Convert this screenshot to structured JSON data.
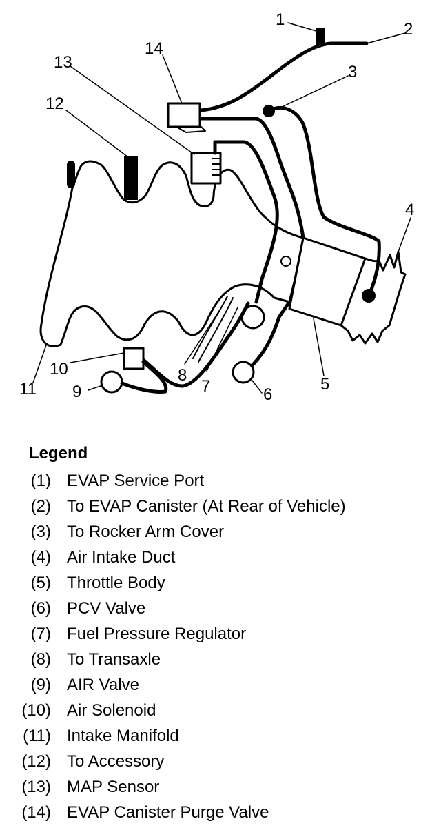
{
  "callouts": [
    "1",
    "2",
    "3",
    "4",
    "5",
    "6",
    "7",
    "8",
    "9",
    "10",
    "11",
    "12",
    "13",
    "14"
  ],
  "legend": {
    "title": "Legend",
    "items": [
      {
        "num": "(1)",
        "text": "EVAP Service Port"
      },
      {
        "num": "(2)",
        "text": "To EVAP Canister (At Rear of Vehicle)"
      },
      {
        "num": "(3)",
        "text": "To Rocker Arm Cover"
      },
      {
        "num": "(4)",
        "text": "Air Intake Duct"
      },
      {
        "num": "(5)",
        "text": "Throttle Body"
      },
      {
        "num": "(6)",
        "text": "PCV Valve"
      },
      {
        "num": "(7)",
        "text": "Fuel Pressure Regulator"
      },
      {
        "num": "(8)",
        "text": "To Transaxle"
      },
      {
        "num": "(9)",
        "text": "AIR Valve"
      },
      {
        "num": "(10)",
        "text": "Air Solenoid"
      },
      {
        "num": "(11)",
        "text": "Intake Manifold"
      },
      {
        "num": "(12)",
        "text": "To Accessory"
      },
      {
        "num": "(13)",
        "text": "MAP Sensor"
      },
      {
        "num": "(14)",
        "text": "EVAP Canister Purge Valve"
      }
    ]
  }
}
